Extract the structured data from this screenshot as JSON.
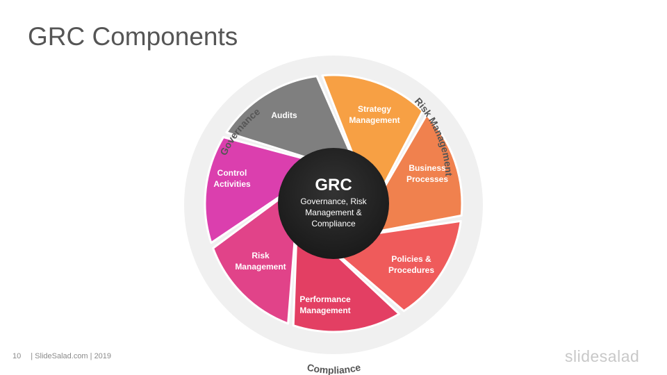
{
  "slide": {
    "title": "GRC Components",
    "page_number": "10",
    "footer_text": "| SlideSalad.com | 2019",
    "brand": "slidesalad"
  },
  "center": {
    "title": "GRC",
    "subtitle_lines": [
      "Governance, Risk",
      "Management  &",
      "Compliance"
    ]
  },
  "segments": [
    {
      "lines": [
        "Strategy",
        "Management"
      ],
      "color": "#f7a044"
    },
    {
      "lines": [
        "Business",
        "Processes"
      ],
      "color": "#f0814e"
    },
    {
      "lines": [
        "Policies  &",
        "Procedures"
      ],
      "color": "#ef5b5b"
    },
    {
      "lines": [
        "Performance",
        "Management"
      ],
      "color": "#e33f63"
    },
    {
      "lines": [
        "Risk",
        "Management"
      ],
      "color": "#e14389"
    },
    {
      "lines": [
        "Control",
        "Activities"
      ],
      "color": "#db3fae"
    },
    {
      "lines": [
        "Audits"
      ],
      "color": "#7f7f7f"
    }
  ],
  "ring_labels": {
    "governance": "Governance",
    "risk_management": "Risk Management",
    "compliance": "Compliance"
  },
  "colors": {
    "ring": "#f0f0f0",
    "center": "#262626",
    "title": "#555555"
  }
}
